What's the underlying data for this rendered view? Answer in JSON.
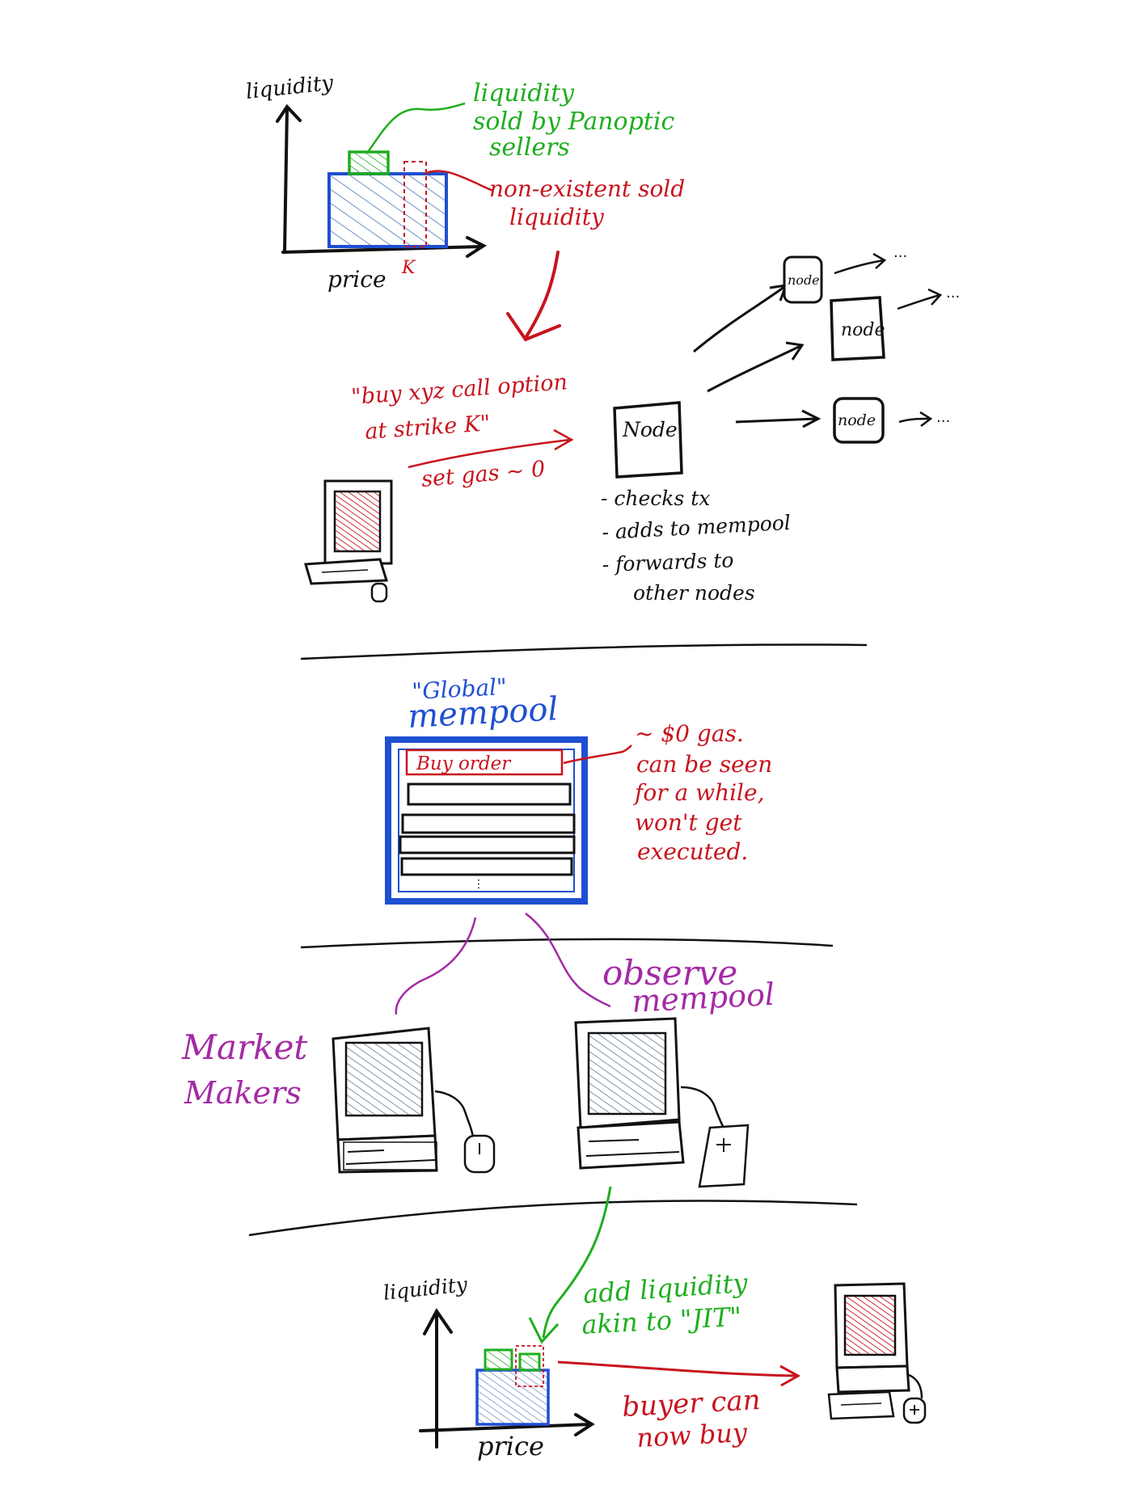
{
  "colors": {
    "ink": "#111111",
    "green": "#1fae1f",
    "red": "#c8141e",
    "blue": "#1f4fd1",
    "purple": "#a42aa6",
    "hatch_blue": "#6d8fc7",
    "screen_gray": "#7f93a8"
  },
  "chart1": {
    "ylabel": "liquidity",
    "xlabel": "price",
    "strike": "K",
    "green_note": [
      "liquidity",
      "sold by Panoptic",
      "sellers"
    ],
    "red_note": [
      "non-existent sold",
      "liquidity"
    ]
  },
  "tx": {
    "line1": "\"buy xyz call option",
    "line2": "at strike K\"",
    "gas": "set gas ~ 0"
  },
  "nodes": {
    "main": "Node",
    "n1": "node",
    "n2": "node",
    "n3": "node",
    "ellipsis": "...",
    "bullets": [
      "- checks tx",
      "- adds to mempool",
      "- forwards to",
      "other nodes"
    ]
  },
  "mempool": {
    "title1": "\"Global\"",
    "title2": "mempool",
    "buy_order": "Buy order",
    "note": [
      "~ $0 gas.",
      "can be seen",
      "for a while,",
      "won't get",
      "executed."
    ]
  },
  "market": {
    "label1": "Market",
    "label2": "Makers",
    "observe1": "observe",
    "observe2": "mempool"
  },
  "chart2": {
    "ylabel": "liquidity",
    "xlabel": "price",
    "green_note": [
      "add liquidity",
      "akin to \"JIT\""
    ],
    "red_note": [
      "buyer can",
      "now buy"
    ]
  }
}
